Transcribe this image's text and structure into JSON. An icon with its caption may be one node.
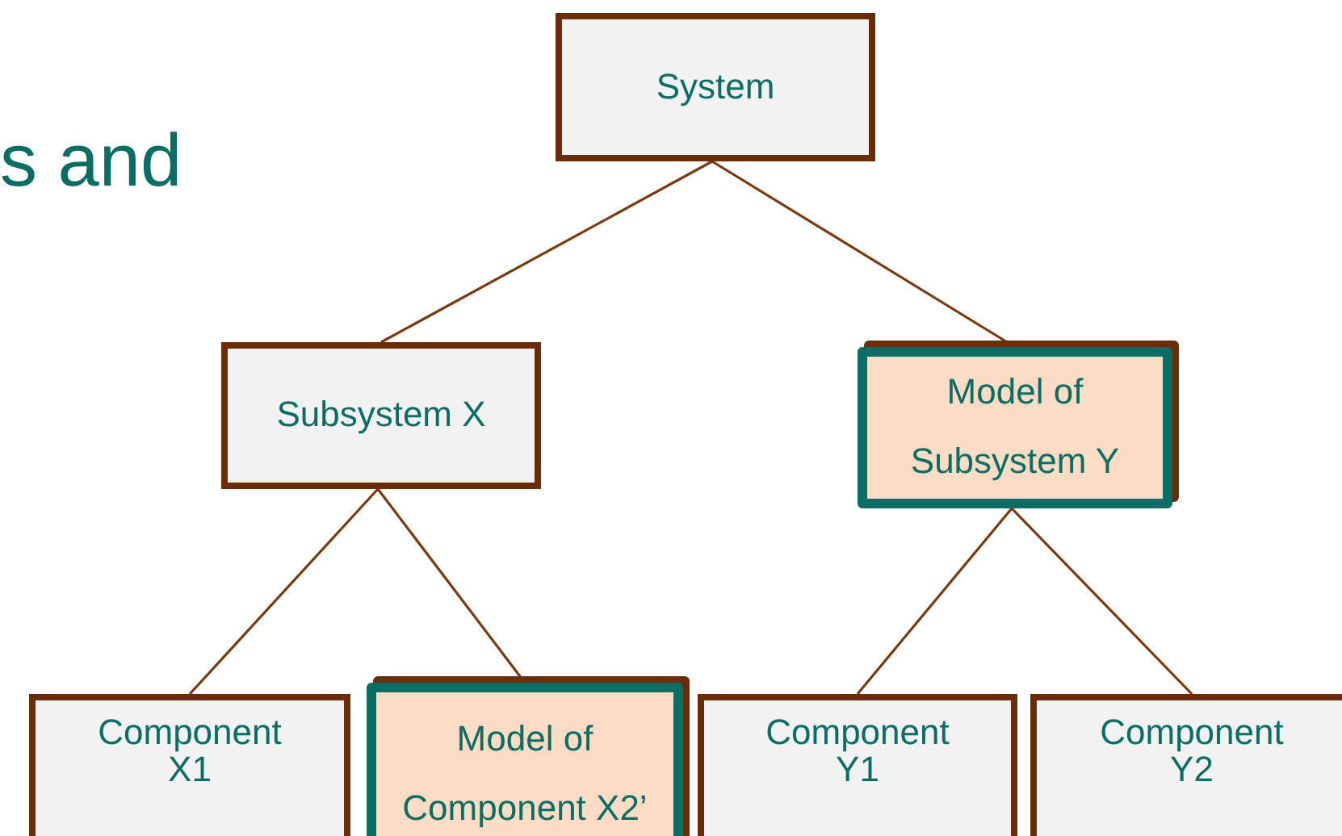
{
  "diagram": {
    "nodes": [
      {
        "text": [
          "System"
        ]
      },
      {
        "text": [
          "Subsystem X"
        ]
      },
      {
        "text": [
          "Model of Subsystem Y"
        ]
      },
      {
        "text": [
          "Component X1"
        ]
      },
      {
        "text": [
          "Model of Component X2’"
        ]
      },
      {
        "text": [
          "Component Y1"
        ]
      },
      {
        "text": [
          "Component Y2"
        ]
      }
    ],
    "edges": [
      {
        "from": 0,
        "to": 1,
        "arrow": "none"
      },
      {
        "from": 0,
        "to": 2,
        "arrow": "none"
      },
      {
        "from": 1,
        "to": 3,
        "arrow": "none"
      },
      {
        "from": 1,
        "to": 4,
        "arrow": "none"
      },
      {
        "from": 2,
        "to": 5,
        "arrow": "none"
      },
      {
        "from": 2,
        "to": 6,
        "arrow": "none"
      }
    ],
    "labels": [
      "s and"
    ]
  }
}
